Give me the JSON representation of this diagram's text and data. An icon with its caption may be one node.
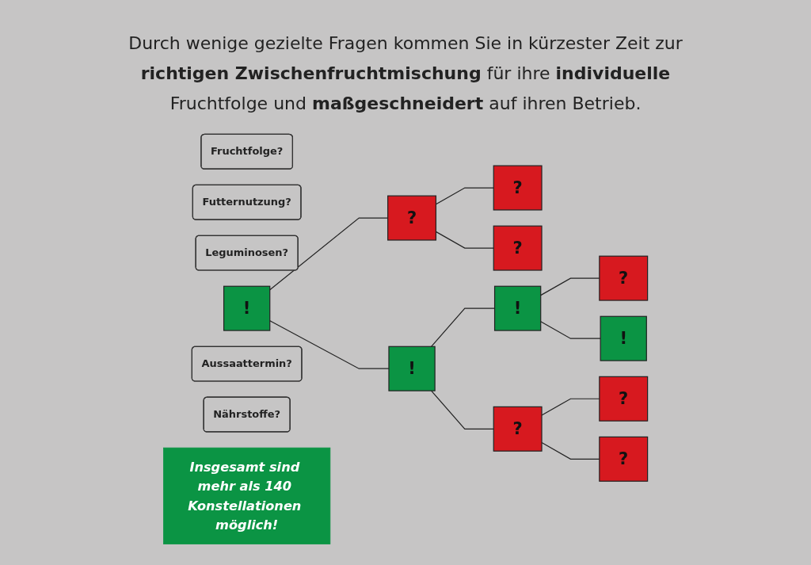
{
  "diagram": {
    "title": "Durch wenige gezielte Fragen kommen Sie in kürzester Zeit zur **richtigen Zwischenfruchtmischung** für ihre **individuelle** Fruchtfolge und **maßgeschneidert** auf ihren Betrieb.",
    "nodes": [
      {
        "text": [
          "Fruchtfolge?"
        ]
      },
      {
        "text": [
          "Futternutzung?"
        ]
      },
      {
        "text": [
          "Leguminosen?"
        ]
      },
      {
        "text": [
          "!"
        ]
      },
      {
        "text": [
          "?"
        ]
      },
      {
        "text": [
          "?"
        ]
      },
      {
        "text": [
          "?"
        ]
      },
      {
        "text": [
          "!"
        ]
      },
      {
        "text": [
          "!"
        ]
      },
      {
        "text": [
          "?"
        ]
      },
      {
        "text": [
          "?"
        ]
      },
      {
        "text": [
          "!"
        ]
      },
      {
        "text": [
          "?"
        ]
      },
      {
        "text": [
          "?"
        ]
      },
      {
        "text": [
          "Aussaattermin?"
        ]
      },
      {
        "text": [
          "Nährstoffe?"
        ]
      },
      {
        "text": [
          "Insgesamt sind mehr als 140 Konstellationen möglich!"
        ]
      }
    ],
    "edges": [
      {
        "from": 3,
        "to": 4,
        "arrow": "none"
      },
      {
        "from": 3,
        "to": 7,
        "arrow": "none"
      },
      {
        "from": 4,
        "to": 5,
        "arrow": "none"
      },
      {
        "from": 4,
        "to": 6,
        "arrow": "none"
      },
      {
        "from": 7,
        "to": 8,
        "arrow": "none"
      },
      {
        "from": 7,
        "to": 9,
        "arrow": "none"
      },
      {
        "from": 8,
        "to": 10,
        "arrow": "none"
      },
      {
        "from": 8,
        "to": 11,
        "arrow": "none"
      },
      {
        "from": 9,
        "to": 12,
        "arrow": "none"
      },
      {
        "from": 9,
        "to": 13,
        "arrow": "none"
      }
    ]
  }
}
